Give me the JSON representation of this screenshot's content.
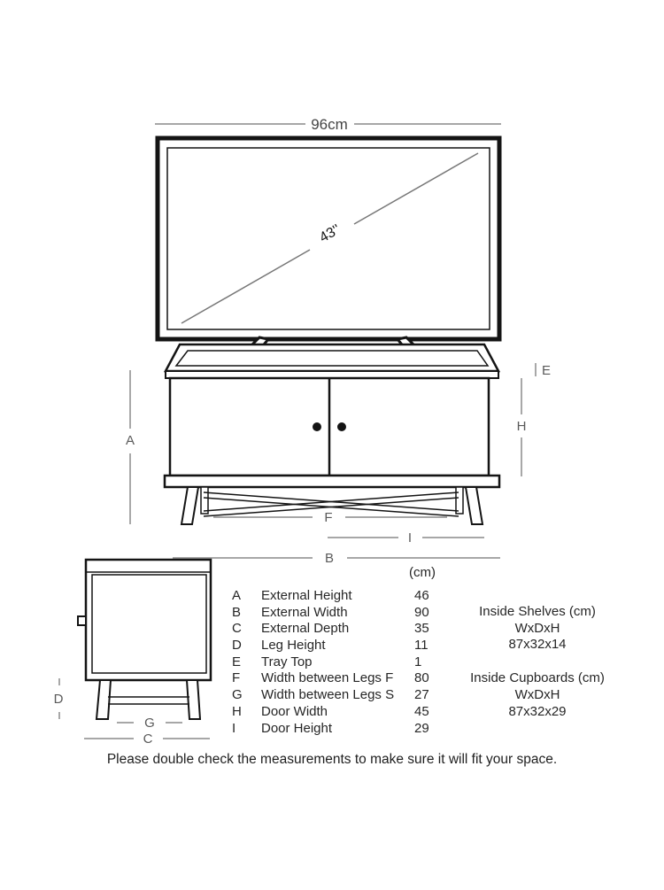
{
  "tv": {
    "width_label": "96cm",
    "diagonal_label": "43''"
  },
  "front_view": {
    "dim_a": "A",
    "dim_e": "E",
    "dim_h": "H",
    "dim_f": "F",
    "dim_i": "I",
    "dim_b": "B"
  },
  "side_view": {
    "dim_d": "D",
    "dim_g": "G",
    "dim_c": "C"
  },
  "table": {
    "unit_header": "(cm)",
    "rows": [
      {
        "key": "A",
        "label": "External Height",
        "value": "46"
      },
      {
        "key": "B",
        "label": "External Width",
        "value": "90"
      },
      {
        "key": "C",
        "label": "External Depth",
        "value": "35"
      },
      {
        "key": "D",
        "label": "Leg Height",
        "value": "11"
      },
      {
        "key": "E",
        "label": "Tray Top",
        "value": "1"
      },
      {
        "key": "F",
        "label": "Width between Legs F",
        "value": "80"
      },
      {
        "key": "G",
        "label": "Width between Legs S",
        "value": "27"
      },
      {
        "key": "H",
        "label": "Door Width",
        "value": "45"
      },
      {
        "key": "I",
        "label": "Door Height",
        "value": "29"
      }
    ]
  },
  "inside_shelves": {
    "title": "Inside Shelves (cm)",
    "dims_label": "WxDxH",
    "dims_value": "87x32x14"
  },
  "inside_cupboards": {
    "title": "Inside Cupboards (cm)",
    "dims_label": "WxDxH",
    "dims_value": "87x32x29"
  },
  "note": "Please double check the measurements to make sure it will fit your space.",
  "colors": {
    "outline": "#141414",
    "dim_line": "#8a8a8a",
    "dim_text": "#5a5a5a",
    "text": "#262626",
    "background": "#ffffff"
  }
}
